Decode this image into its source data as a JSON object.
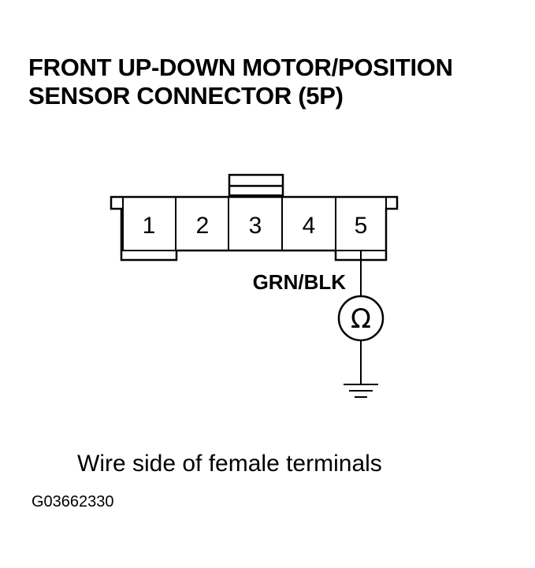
{
  "title": {
    "line1": "FRONT UP-DOWN MOTOR/POSITION",
    "line2": "SENSOR CONNECTOR (5P)"
  },
  "connector": {
    "pins": [
      "1",
      "2",
      "3",
      "4",
      "5"
    ]
  },
  "wire_label": "GRN/BLK",
  "meter_symbol": "Ω",
  "caption": "Wire side of female terminals",
  "figure_id": "G03662330"
}
